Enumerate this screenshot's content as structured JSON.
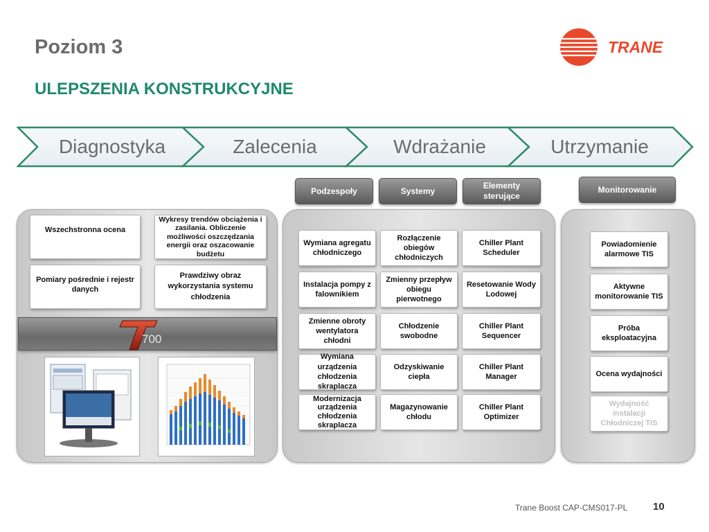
{
  "header": {
    "title": "Poziom 3",
    "subtitle": "ULEPSZENIA KONSTRUKCYJNE",
    "logo_text": "TRANE"
  },
  "colors": {
    "teal": "#1e8a6a",
    "logo_orange": "#e8492b",
    "gray_text": "#6b6b6b"
  },
  "process": [
    "Diagnostyka",
    "Zalecenia",
    "Wdrażanie",
    "Utrzymanie"
  ],
  "tabs": {
    "podzespoly": "Podzespoły",
    "systemy": "Systemy",
    "elementy": "Elementy sterujące",
    "monitorowanie": "Monitorowanie"
  },
  "left_cards": {
    "c1": "Wszechstronna ocena",
    "c2": "Wykresy trendów obciążenia i zasilania. Obliczenie możliwości oszczędzania energii oraz oszacowanie budżetu",
    "c3": "Pomiary pośrednie i rejestr danych",
    "c4": "Prawdziwy obraz wykorzystania systemu chłodzenia"
  },
  "t700_label": "700",
  "podzespoly_items": [
    "Wymiana agregatu chłodniczego",
    "Instalacja pompy z falownikiem",
    "Zmienne obroty wentylatora chłodni",
    "Wymiana urządzenia chłodzenia skraplacza",
    "Modernizacja urządzenia chłodzenia skraplacza"
  ],
  "systemy_items": [
    "Rozłączenie obiegów chłodniczych",
    "Zmienny przepływ obiegu pierwotnego",
    "Chłodzenie swobodne",
    "Odzyskiwanie ciepła",
    "Magazynowanie chłodu"
  ],
  "elementy_items": [
    "Chiller Plant Scheduler",
    "Resetowanie Wody Lodowej",
    "Chiller Plant Sequencer",
    "Chiller Plant Manager",
    "Chiller Plant Optimizer"
  ],
  "monitor_items": [
    "Powiadomienie alarmowe TIS",
    "Aktywne monitorowanie TIS",
    "Próba eksploatacyjna",
    "Ocena wydajności",
    "Wydajność instalacji Chłodniczej TIS"
  ],
  "footer": {
    "text": "Trane Boost CAP-CMS017-PL",
    "page": "10"
  }
}
